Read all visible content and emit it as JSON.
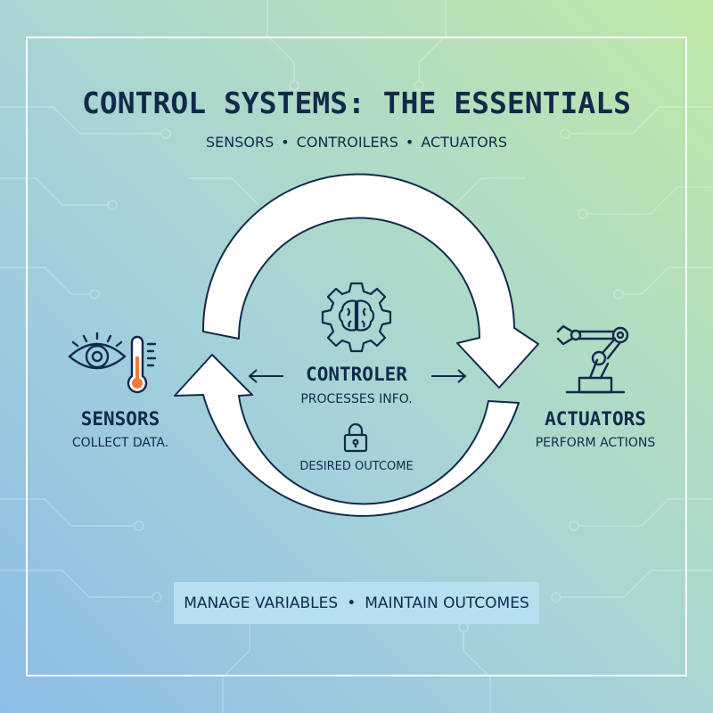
{
  "title": "CONTROL SYSTEMS: THE ESSENTIALS",
  "subtitle": [
    "SENSORS",
    "CONTROILERS",
    "ACTUATORS"
  ],
  "separator": "•",
  "sensors": {
    "heading": "SENSORS",
    "caption": "COLLECT DATA."
  },
  "controller": {
    "heading": "CONTROLER",
    "caption": "PROCESSES INFO.",
    "outcome": "DESIRED OUTCOME"
  },
  "actuators": {
    "heading": "ACTUATORS",
    "caption": "PERFORM ACTIONS"
  },
  "banner": [
    "MANAGE VARIABLES",
    "MAINTAIN OUTCOMES"
  ],
  "icons": {
    "sensors": [
      "eye-icon",
      "thermometer-icon"
    ],
    "controller": [
      "gear-brain-icon",
      "lock-icon"
    ],
    "actuators": [
      "robot-arm-icon"
    ],
    "arrows": [
      "arrow-left-icon",
      "arrow-right-icon"
    ]
  },
  "colors": {
    "ink": "#13294b",
    "accent": "#f07a3c",
    "banner": "#b4e0f0",
    "frame": "#ffffff"
  }
}
